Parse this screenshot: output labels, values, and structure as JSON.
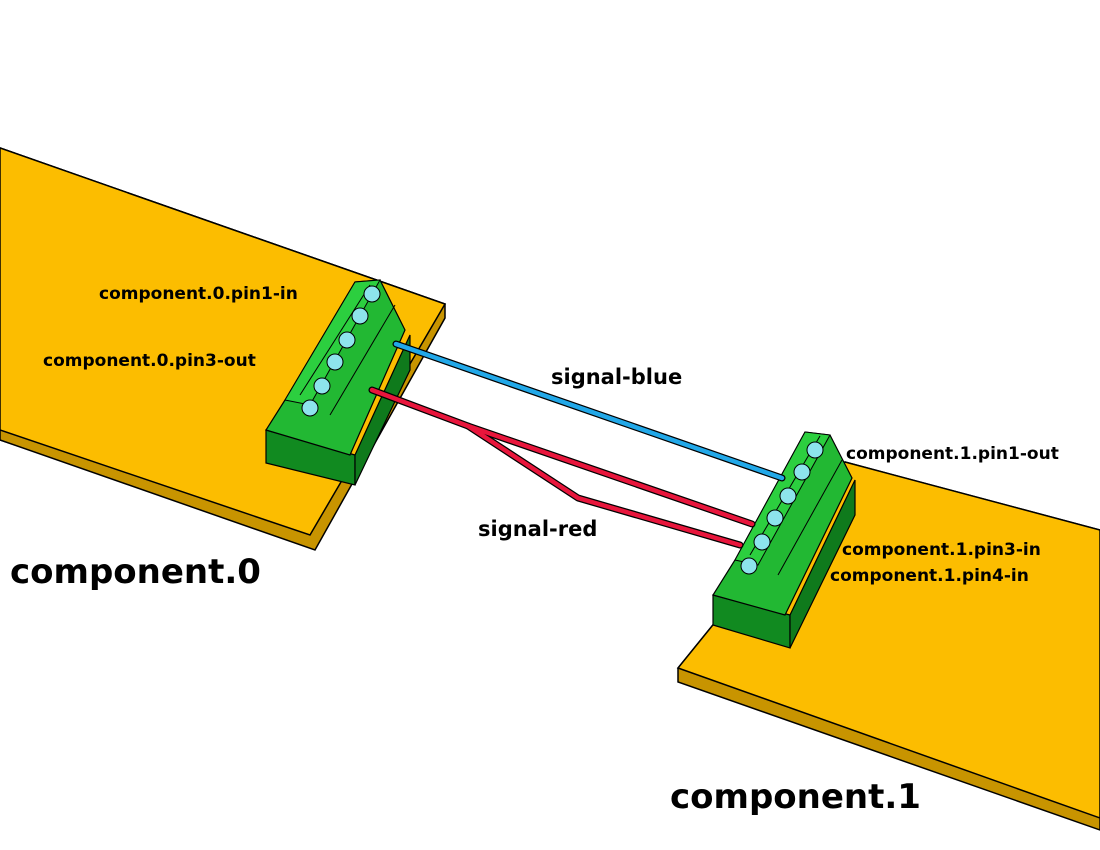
{
  "components": [
    {
      "id": "component-0",
      "label": "component.0"
    },
    {
      "id": "component-1",
      "label": "component.1"
    }
  ],
  "pins": [
    {
      "id": "component-0-pin1-in",
      "label": "component.0.pin1-in"
    },
    {
      "id": "component-0-pin3-out",
      "label": "component.0.pin3-out"
    },
    {
      "id": "component-1-pin1-out",
      "label": "component.1.pin1-out"
    },
    {
      "id": "component-1-pin3-in",
      "label": "component.1.pin3-in"
    },
    {
      "id": "component-1-pin4-in",
      "label": "component.1.pin4-in"
    }
  ],
  "wires": [
    {
      "id": "signal-blue",
      "label": "signal-blue",
      "color": "#22a8e8"
    },
    {
      "id": "signal-red",
      "label": "signal-red",
      "color": "#e8163c"
    }
  ],
  "colors": {
    "board_top": "#fcbd00",
    "board_edge": "#c89400",
    "terminal_green": "#22b833",
    "terminal_dark": "#118a20",
    "screw_cyan": "#8de4ec"
  }
}
